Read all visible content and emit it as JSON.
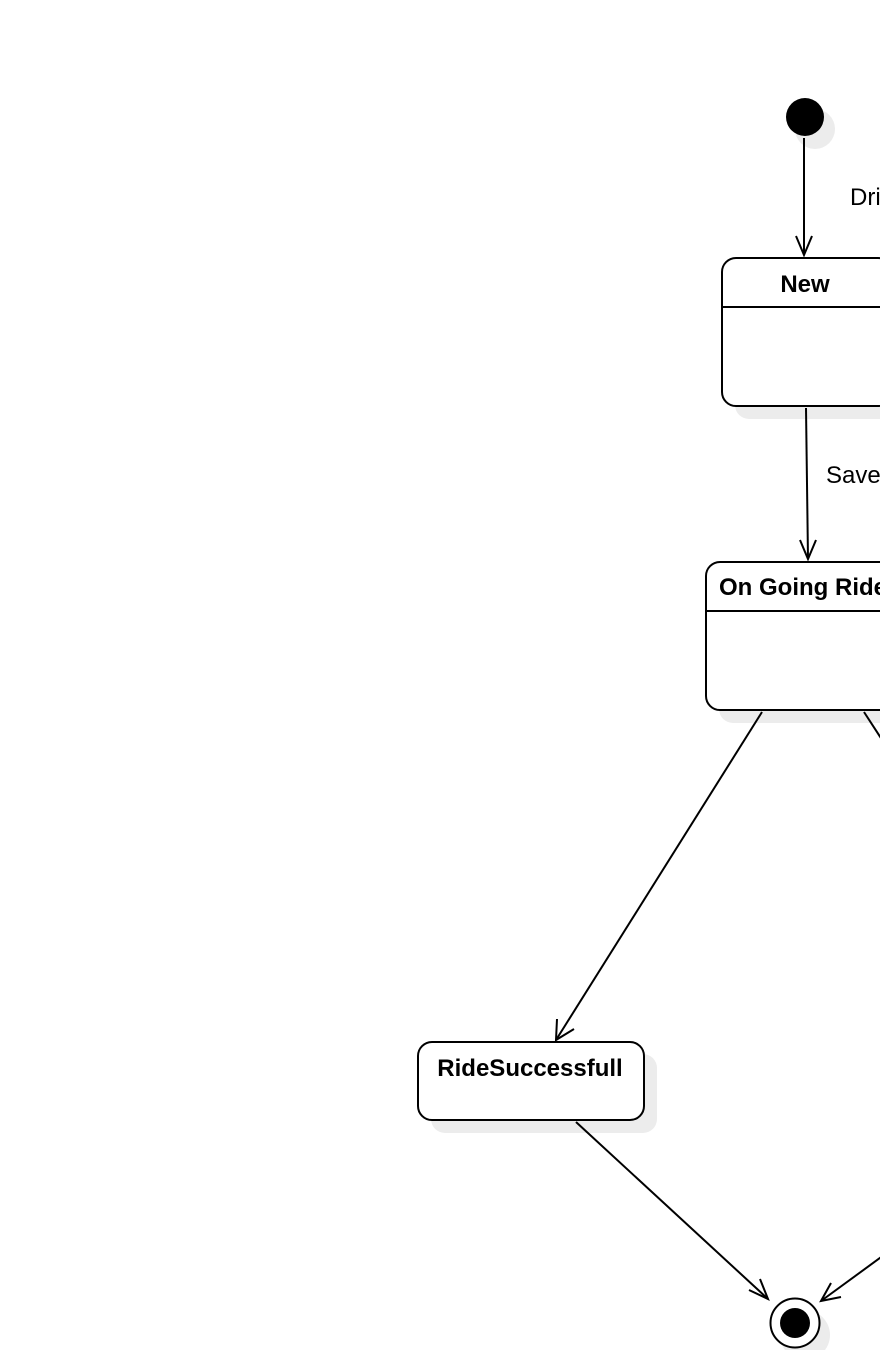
{
  "diagram": {
    "type": "uml-state-diagram",
    "states": {
      "new": {
        "name": "New"
      },
      "ongoing": {
        "name": "On Going Ride"
      },
      "success": {
        "name": "RideSuccessfull"
      }
    },
    "transitions": {
      "start_to_new": {
        "label": "Dri"
      },
      "new_to_ongoing": {
        "label": "Save"
      }
    },
    "colors": {
      "line": "#000000",
      "fill": "#ffffff",
      "shadow": "#ececec"
    }
  }
}
